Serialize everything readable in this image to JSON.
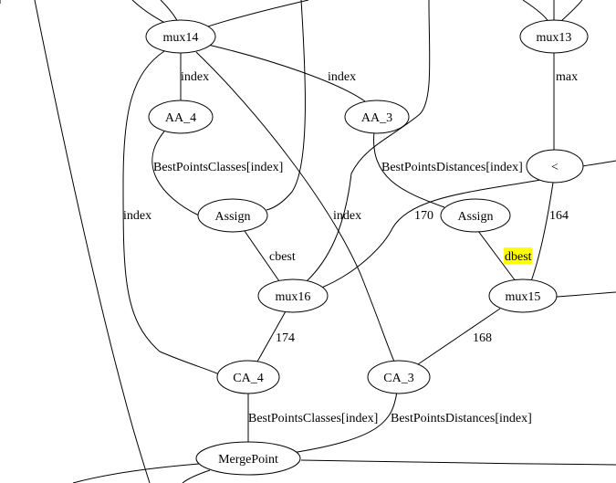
{
  "diagram": {
    "type": "dataflow-graph",
    "nodes": [
      {
        "id": "mux14",
        "label": "mux14"
      },
      {
        "id": "mux13",
        "label": "mux13"
      },
      {
        "id": "aa4",
        "label": "AA_4"
      },
      {
        "id": "aa3",
        "label": "AA_3"
      },
      {
        "id": "lt",
        "label": "<"
      },
      {
        "id": "assign1",
        "label": "Assign"
      },
      {
        "id": "assign2",
        "label": "Assign"
      },
      {
        "id": "mux16",
        "label": "mux16"
      },
      {
        "id": "mux15",
        "label": "mux15"
      },
      {
        "id": "ca4",
        "label": "CA_4"
      },
      {
        "id": "ca3",
        "label": "CA_3"
      },
      {
        "id": "merge",
        "label": "MergePoint"
      }
    ],
    "edge_labels": [
      {
        "id": "index-mux14-aa4",
        "text": "index"
      },
      {
        "id": "index-mux14-aa3",
        "text": "index"
      },
      {
        "id": "max",
        "text": "max"
      },
      {
        "id": "bpc-aa4",
        "text": "BestPointsClasses[index]"
      },
      {
        "id": "bpd-aa3",
        "text": "BestPointsDistances[index]"
      },
      {
        "id": "index-left",
        "text": "index"
      },
      {
        "id": "index-mid",
        "text": "index"
      },
      {
        "id": "e170",
        "text": "170"
      },
      {
        "id": "e164",
        "text": "164"
      },
      {
        "id": "cbest",
        "text": "cbest"
      },
      {
        "id": "dbest",
        "text": "dbest",
        "highlight": "#ffff00"
      },
      {
        "id": "e174",
        "text": "174"
      },
      {
        "id": "e168",
        "text": "168"
      },
      {
        "id": "bpc-ca4",
        "text": "BestPointsClasses[index]"
      },
      {
        "id": "bpd-ca3",
        "text": "BestPointsDistances[index]"
      }
    ],
    "edges": [
      {
        "id": "in-mux14-a"
      },
      {
        "id": "in-mux14-b"
      },
      {
        "id": "in-mux14-c"
      },
      {
        "id": "in-mux13-a"
      },
      {
        "id": "in-mux13-b"
      },
      {
        "id": "in-mux13-c"
      },
      {
        "id": "mux14-aa4"
      },
      {
        "id": "mux14-aa3"
      },
      {
        "id": "mux14-ca4"
      },
      {
        "id": "mux14-ca3"
      },
      {
        "id": "in-assign1"
      },
      {
        "id": "in-mux16"
      },
      {
        "id": "aa4-assign1"
      },
      {
        "id": "aa3-assign2"
      },
      {
        "id": "mux13-lt"
      },
      {
        "id": "lt-right"
      },
      {
        "id": "lt-mux16"
      },
      {
        "id": "lt-mux15"
      },
      {
        "id": "assign1-mux16"
      },
      {
        "id": "assign2-mux15"
      },
      {
        "id": "mux15-right"
      },
      {
        "id": "mux16-ca4"
      },
      {
        "id": "mux15-ca3"
      },
      {
        "id": "ca4-merge"
      },
      {
        "id": "ca3-merge"
      },
      {
        "id": "merge-right"
      },
      {
        "id": "far-left-line"
      },
      {
        "id": "left-line"
      },
      {
        "id": "bottom-out-a"
      },
      {
        "id": "bottom-out-b"
      }
    ]
  }
}
